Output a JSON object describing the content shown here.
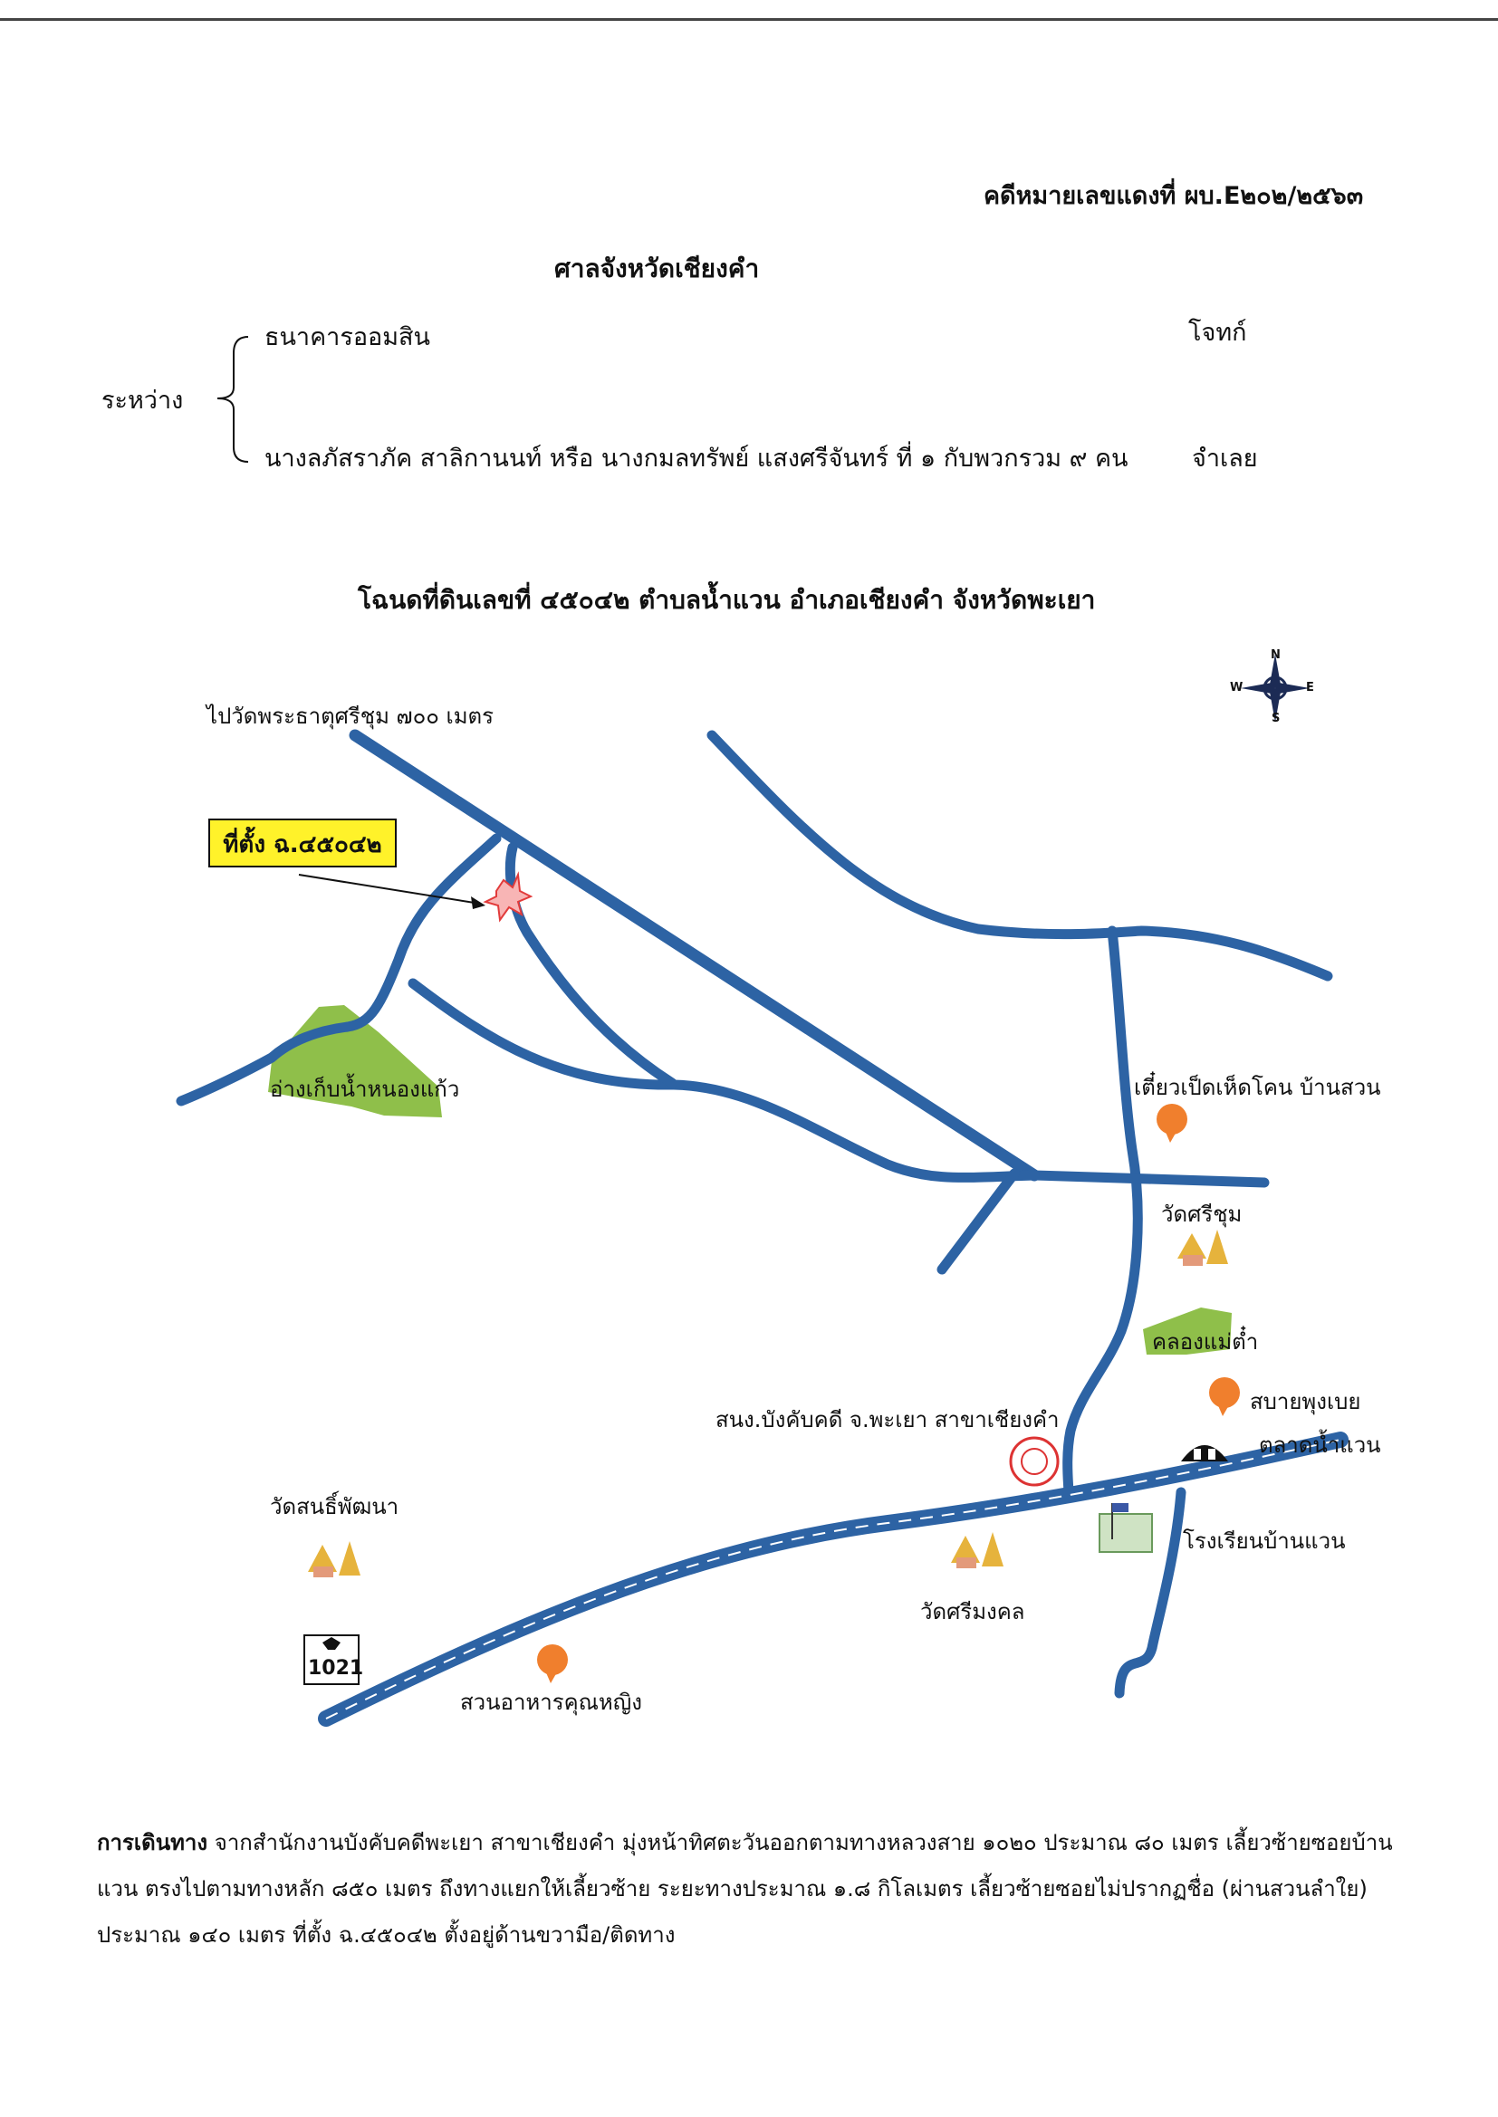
{
  "header": {
    "case_number": "คดีหมายเลขแดงที่ ผบ.E๒๐๒/๒๕๖๓",
    "court": "ศาลจังหวัดเชียงคำ",
    "between_label": "ระหว่าง",
    "plaintiff": "ธนาคารออมสิน",
    "plaintiff_role": "โจทก์",
    "defendant": "นางลภัสราภัค  สาลิกานนท์ หรือ นางกมลทรัพย์  แสงศรีจันทร์ ที่ ๑ กับพวกรวม ๙ คน",
    "defendant_role": "จำเลย"
  },
  "map": {
    "title": "โฉนดที่ดินเลขที่ ๔๕๐๔๒ ตำบลน้ำแวน อำเภอเชียงคำ จังหวัดพะเยา",
    "road_to_temple": "ไปวัดพระธาตุศรีชุม ๗๐๐ เมตร",
    "site_label": "ที่ตั้ง ฉ.๔๕๐๔๒",
    "reservoir": "อ่างเก็บน้ำหนองแก้ว",
    "noodle_shop": "เตี๋ยวเป็ดเห็ดโคน บ้านสวน",
    "wat_sri_chum": "วัดศรีชุม",
    "canal": "คลองแม่ต๋ำ",
    "sabai_restaurant": "สบายพุงเบย",
    "market": "ตลาดน้ำแวน",
    "legal_office": "สนง.บังคับคดี จ.พะเยา สาขาเชียงคำ",
    "school": "โรงเรียนบ้านแวน",
    "wat_sanpattana": "วัดสนธิ์พัฒนา",
    "wat_sri_mongkol": "วัดศรีมงคล",
    "highway_number": "1021",
    "khun_ying_restaurant": "สวนอาหารคุณหญิง",
    "compass": {
      "n": "N",
      "s": "S",
      "e": "E",
      "w": "W"
    },
    "colors": {
      "road": "#2d63a4",
      "site_box": "#fff22a",
      "reservoir": "#8fbf4a",
      "restaurant": "#f07f2d"
    }
  },
  "directions": {
    "label": "การเดินทาง",
    "text": "จากสำนักงานบังคับคดีพะเยา สาขาเชียงคำ มุ่งหน้าทิศตะวันออกตามทางหลวงสาย ๑๐๒๐ ประมาณ ๘๐ เมตร เลี้ยวซ้ายซอยบ้านแวน ตรงไปตามทางหลัก ๘๕๐ เมตร ถึงทางแยกให้เลี้ยวซ้าย ระยะทางประมาณ ๑.๘ กิโลเมตร เลี้ยวซ้ายซอยไม่ปรากฏชื่อ (ผ่านสวนลำใย) ประมาณ ๑๔๐ เมตร ที่ตั้ง ฉ.๔๕๐๔๒ ตั้งอยู่ด้านขวามือ/ติดทาง"
  }
}
